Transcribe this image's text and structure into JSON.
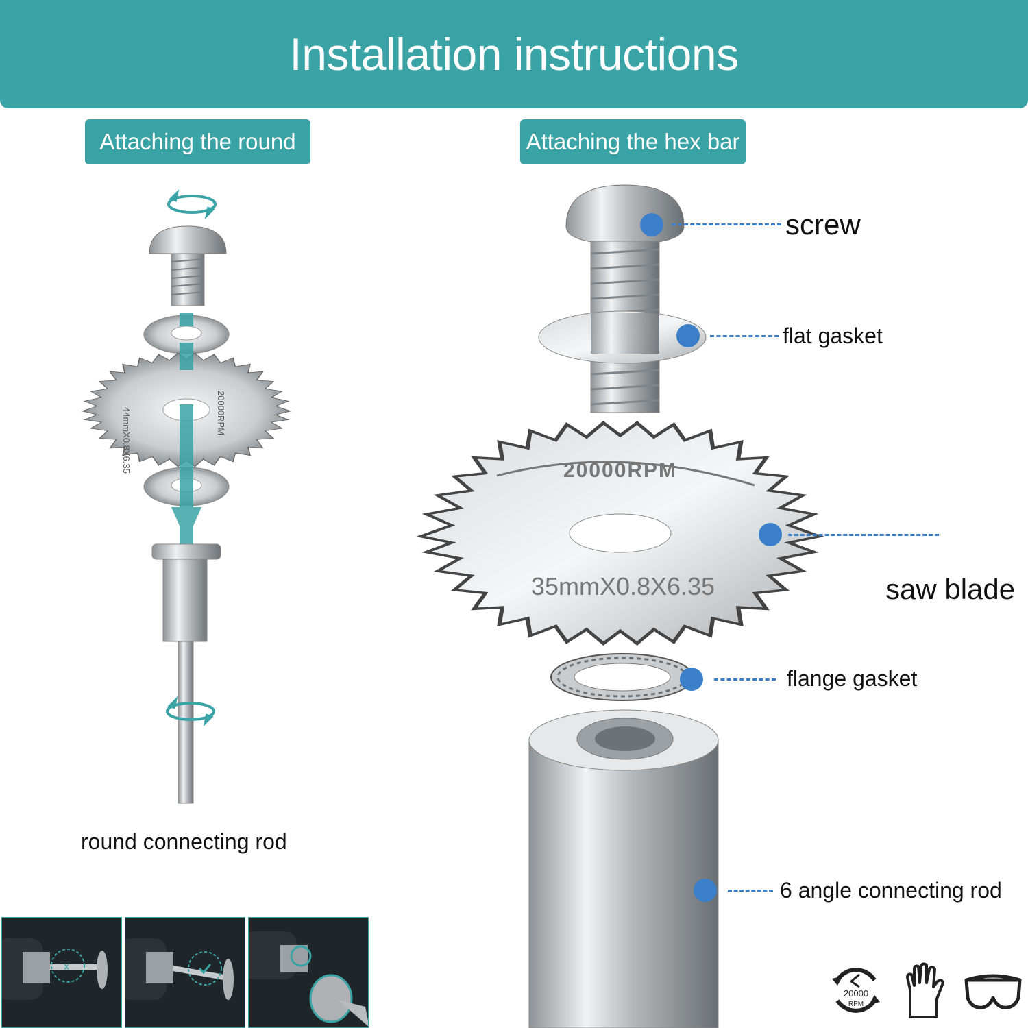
{
  "title": "Installation instructions",
  "left_panel": {
    "tag": "Attaching the round",
    "caption": "round connecting rod",
    "blade_text": "44mmX0.8X6.35",
    "blade_rpm": "20000RPM"
  },
  "right_panel": {
    "tag": "Attaching the hex bar",
    "blade_rpm": "20000RPM",
    "blade_size": "35mmX0.8X6.35",
    "parts": [
      {
        "label": "screw"
      },
      {
        "label": "flat gasket"
      },
      {
        "label": "saw blade"
      },
      {
        "label": "flange gasket"
      },
      {
        "label": "6 angle connecting rod"
      }
    ]
  },
  "badges": {
    "rpm_top": "20000",
    "rpm_bottom": "RPM",
    "rpm_icon": "speed-limit-icon",
    "glove_icon": "glove-icon",
    "goggles_icon": "safety-goggles-icon"
  },
  "colors": {
    "accent": "#3aa3a5",
    "marker": "#3b7fc8"
  }
}
